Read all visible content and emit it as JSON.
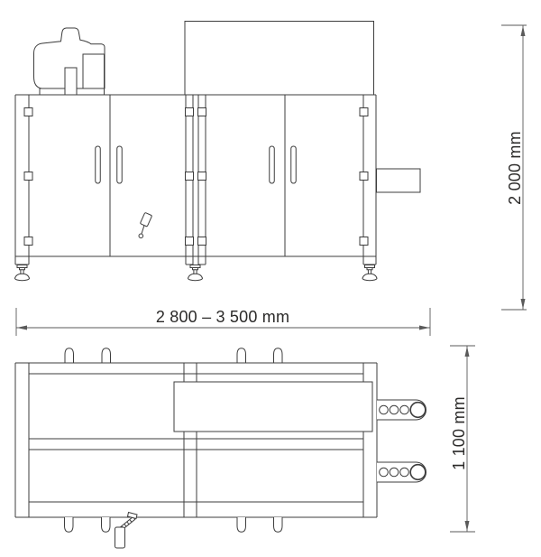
{
  "diagram": {
    "dimension_labels": {
      "width": "2 800 – 3 500 mm",
      "height": "2 000 mm",
      "depth": "1 100 mm"
    },
    "colors": {
      "background": "#ffffff",
      "line": "#3d3d3d",
      "dimension_line": "#5a5a5a",
      "text": "#2b2a29"
    }
  }
}
